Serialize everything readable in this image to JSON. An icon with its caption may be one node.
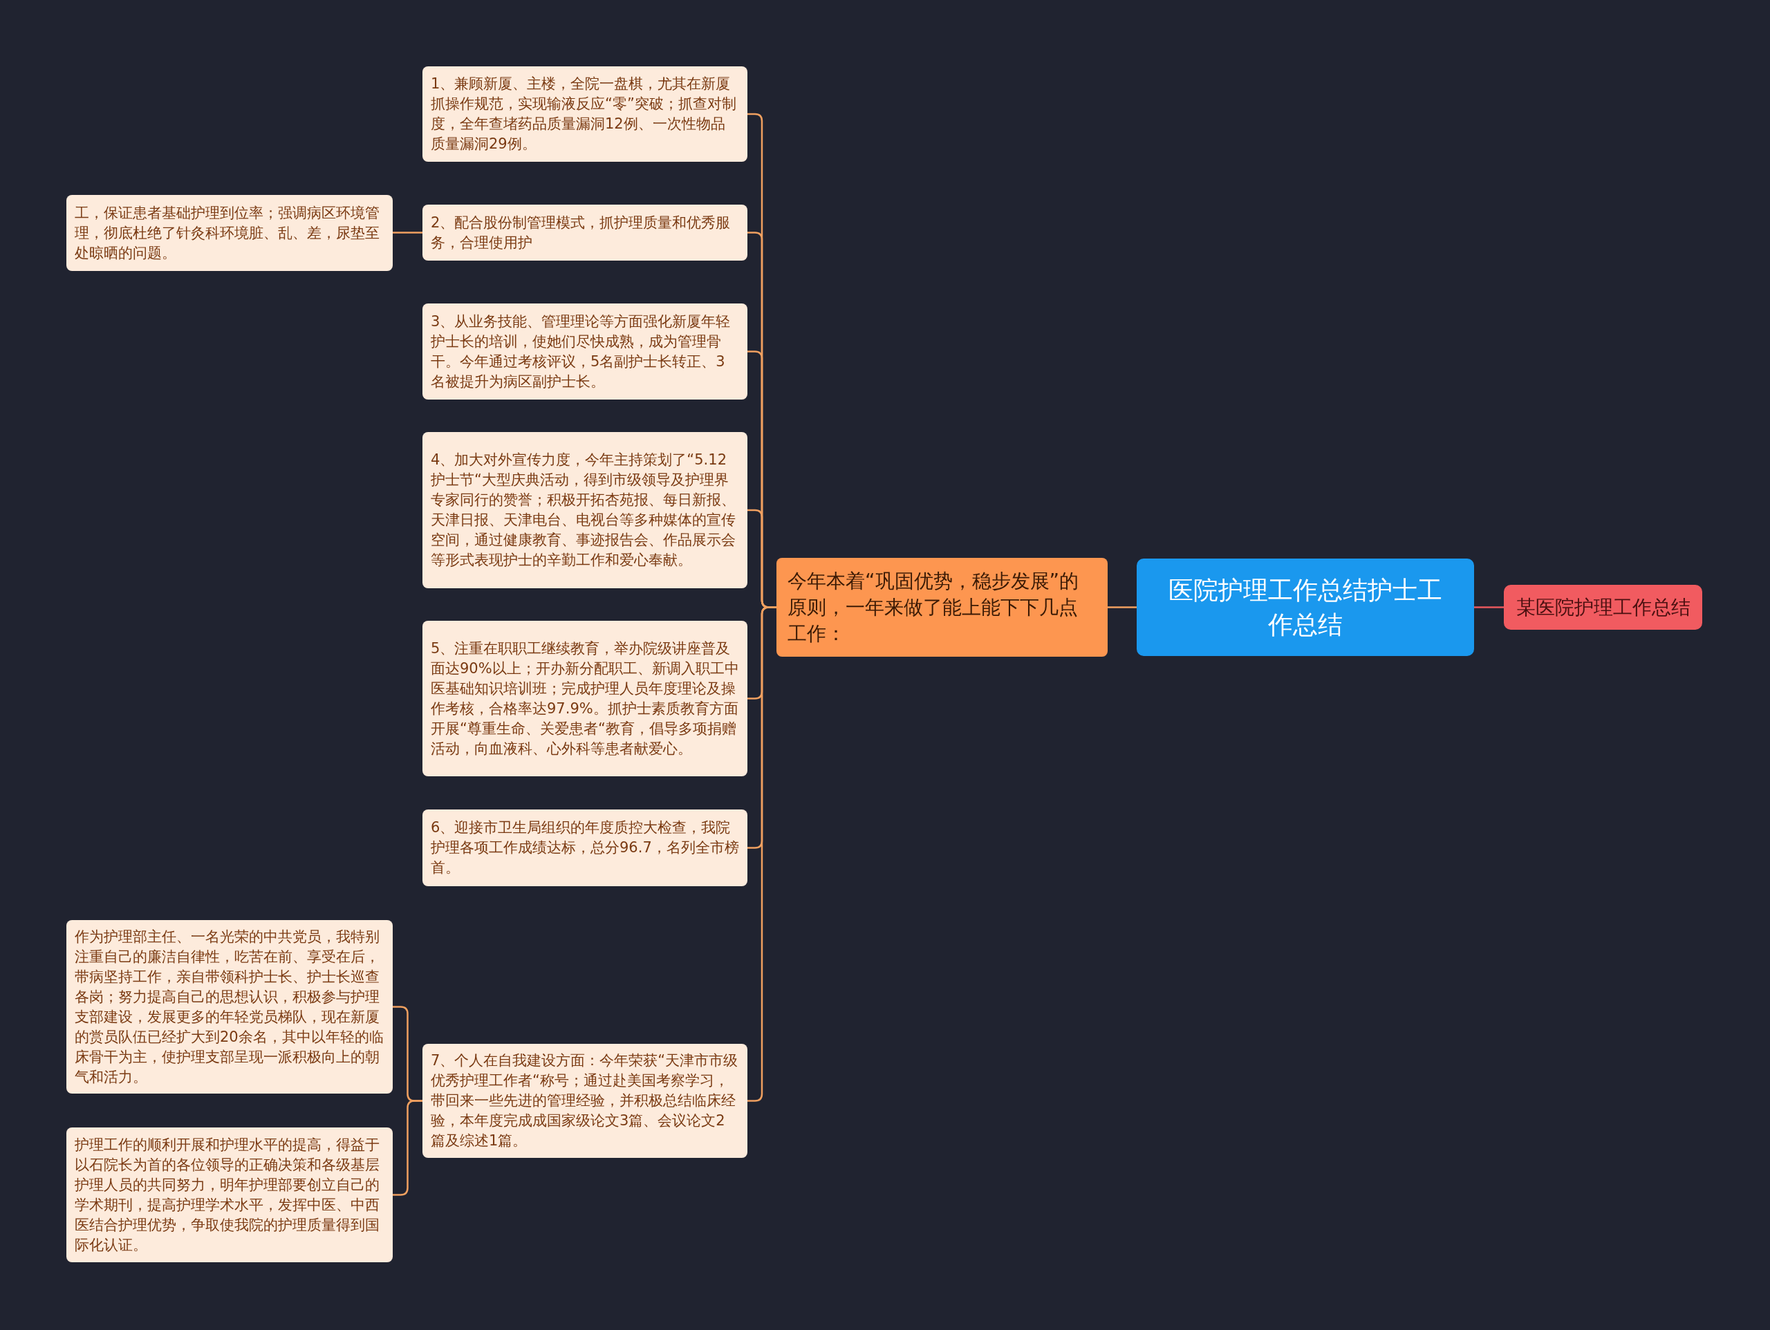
{
  "diagram": {
    "nodes": [
      {
        "text": [
          "医院护理工作总结护士工作总结"
        ]
      },
      {
        "text": [
          "某医院护理工作总结"
        ]
      },
      {
        "text": [
          "今年本着“巩固优势，稳步发展”的原则，一年来做了能上能下下几点工作："
        ]
      },
      {
        "text": [
          "1、兼顾新厦、主楼，全院一盘棋，尤其在新厦抓操作规范，实现输液反应“零”突破；抓查对制度，全年查堵药品质量漏洞12例、一次性物品质量漏洞29例。"
        ]
      },
      {
        "text": [
          "2、配合股份制管理模式，抓护理质量和优秀服务，合理使用护"
        ]
      },
      {
        "text": [
          "工，保证患者基础护理到位率；强调病区环境管理，彻底杜绝了针灸科环境脏、乱、差，尿垫至处晾晒的问题。"
        ]
      },
      {
        "text": [
          "3、从业务技能、管理理论等方面强化新厦年轻护士长的培训，使她们尽快成熟，成为管理骨干。今年通过考核评议，5名副护士长转正、3名被提升为病区副护士长。"
        ]
      },
      {
        "text": [
          "4、加大对外宣传力度，今年主持策划了“5.12护士节“大型庆典活动，得到市级领导及护理界专家同行的赞誉；积极开拓杏苑报、每日新报、天津日报、天津电台、电视台等多种媒体的宣传空间，通过健康教育、事迹报告会、作品展示会等形式表现护士的辛勤工作和爱心奉献。"
        ]
      },
      {
        "text": [
          "5、注重在职职工继续教育，举办院级讲座普及面达90%以上；开办新分配职工、新调入职工中医基础知识培训班；完成护理人员年度理论及操作考核，合格率达97.9%。抓护士素质教育方面开展“尊重生命、关爱患者“教育，倡导多项捐赠活动，向血液科、心外科等患者献爱心。"
        ]
      },
      {
        "text": [
          "6、迎接市卫生局组织的年度质控大检查，我院护理各项工作成绩达标，总分96.7，名列全市榜首。"
        ]
      },
      {
        "text": [
          "7、个人在自我建设方面：今年荣获“天津市市级优秀护理工作者“称号；通过赴美国考察学习，带回来一些先进的管理经验，并积极总结临床经验，本年度完成成国家级论文3篇、会议论文2篇及综述1篇。"
        ]
      },
      {
        "text": [
          "作为护理部主任、一名光荣的中共党员，我特别注重自己的廉洁自律性，吃苦在前、享受在后，带病坚持工作，亲自带领科护士长、护士长巡查各岗；努力提高自己的思想认识，积极参与护理支部建设，发展更多的年轻党员梯队，现在新厦的赏员队伍已经扩大到20余名，其中以年轻的临床骨干为主，使护理支部呈现一派积极向上的朝气和活力。"
        ]
      },
      {
        "text": [
          "护理工作的顺利开展和护理水平的提高，得益于以石院长为首的各位领导的正确决策和各级基层护理人员的共同努力，明年护理部要创立自己的学术期刊，提高护理学术水平，发挥中医、中西医结合护理优势，争取使我院的护理质量得到国际化认证。"
        ]
      }
    ],
    "edges": [
      {
        "from": 0,
        "to": 1,
        "arrow": "none",
        "color": "#e8595e"
      },
      {
        "from": 0,
        "to": 2,
        "arrow": "none"
      },
      {
        "from": 2,
        "to": 3,
        "arrow": "none"
      },
      {
        "from": 2,
        "to": 4,
        "arrow": "none"
      },
      {
        "from": 2,
        "to": 6,
        "arrow": "none"
      },
      {
        "from": 2,
        "to": 7,
        "arrow": "none"
      },
      {
        "from": 2,
        "to": 8,
        "arrow": "none"
      },
      {
        "from": 2,
        "to": 9,
        "arrow": "none"
      },
      {
        "from": 2,
        "to": 10,
        "arrow": "none"
      },
      {
        "from": 4,
        "to": 5,
        "arrow": "none"
      },
      {
        "from": 10,
        "to": 11,
        "arrow": "none"
      },
      {
        "from": 10,
        "to": 12,
        "arrow": "none"
      }
    ]
  }
}
